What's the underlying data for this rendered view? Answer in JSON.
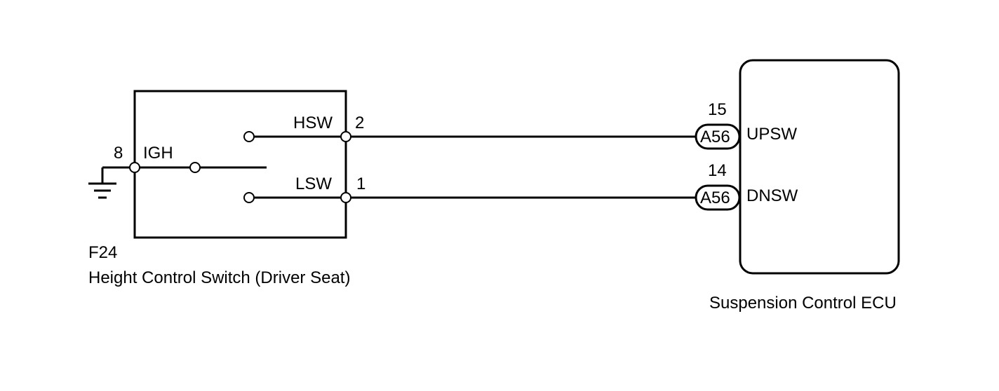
{
  "switch_component": {
    "code": "F24",
    "name": "Height Control Switch (Driver Seat)",
    "pin_ig": {
      "number": "8",
      "name": "IGH"
    },
    "pin_up": {
      "number": "2",
      "name": "HSW"
    },
    "pin_down": {
      "number": "1",
      "name": "LSW"
    }
  },
  "ecu_component": {
    "name": "Suspension Control ECU",
    "pin_up": {
      "number": "15",
      "connector": "A56",
      "name": "UPSW"
    },
    "pin_down": {
      "number": "14",
      "connector": "A56",
      "name": "DNSW"
    }
  }
}
